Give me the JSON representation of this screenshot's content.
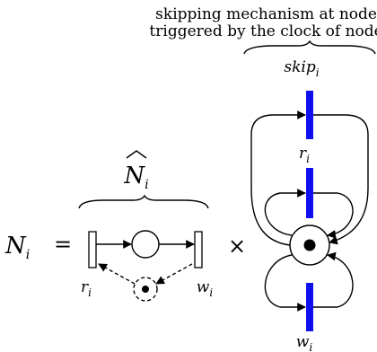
{
  "caption": {
    "line1": "skipping mechanism at node i",
    "line2": "triggered by the clock of node i"
  },
  "labels": {
    "skip": "skip",
    "skip_sub": "i",
    "r": "r",
    "r_sub": "i",
    "w": "w",
    "w_sub": "i",
    "n_hat": "N",
    "n_hat_sub": "i",
    "n_lhs": "N",
    "n_lhs_sub": "i",
    "equals": "=",
    "times": "×"
  },
  "colors": {
    "skip_transitions": "#1010ee",
    "stroke": "#000000"
  }
}
